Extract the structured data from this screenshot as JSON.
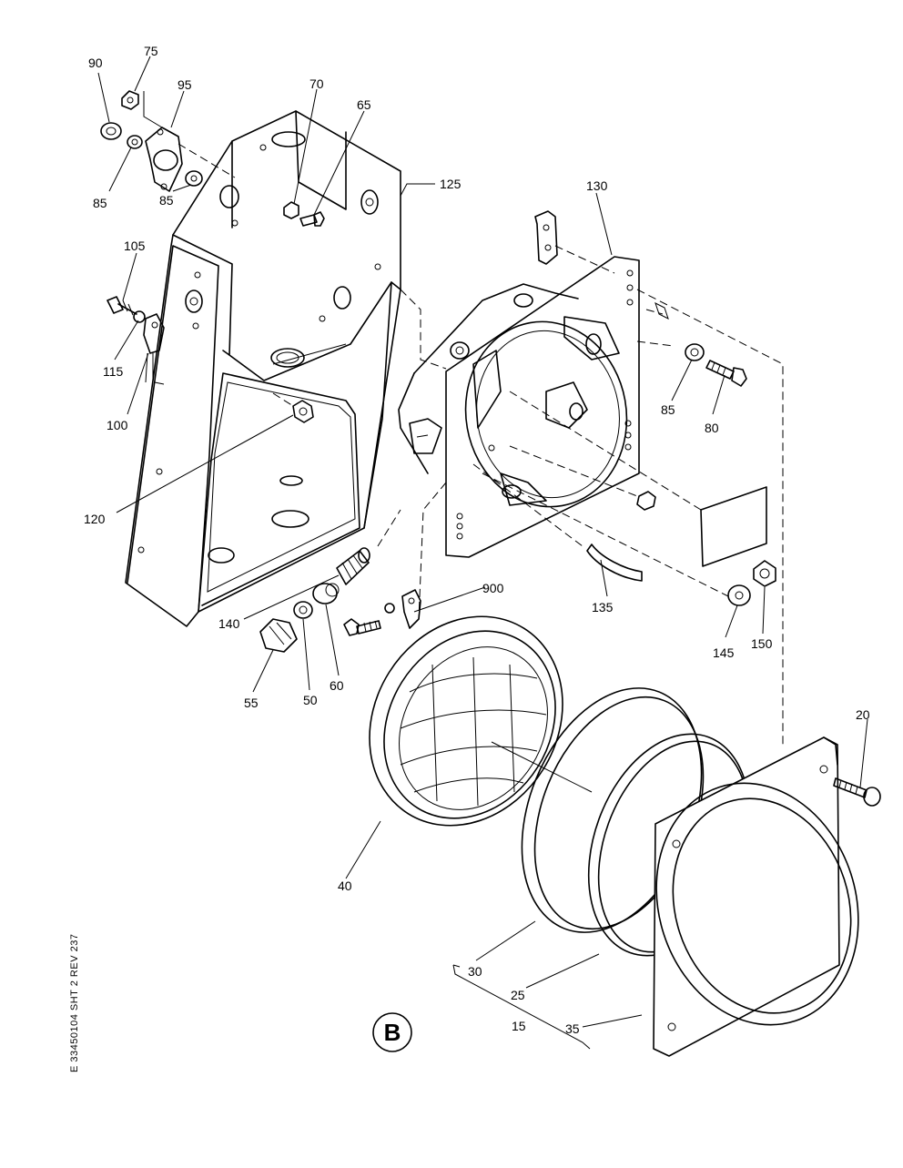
{
  "callouts": {
    "c90": "90",
    "c75": "75",
    "c95": "95",
    "c70": "70",
    "c65": "65",
    "c125": "125",
    "c130": "130",
    "c85a": "85",
    "c85b": "85",
    "c105": "105",
    "c115": "115",
    "c100": "100",
    "c85c": "85",
    "c80": "80",
    "c120": "120",
    "c900": "900",
    "c135": "135",
    "c140": "140",
    "c55": "55",
    "c50": "50",
    "c60": "60",
    "c145": "145",
    "c150": "150",
    "c20": "20",
    "c40": "40",
    "c30": "30",
    "c25": "25",
    "c15": "15",
    "c35": "35"
  },
  "view_letter": "B",
  "drawing_reference": "E 33450104 SHT 2 REV 237"
}
